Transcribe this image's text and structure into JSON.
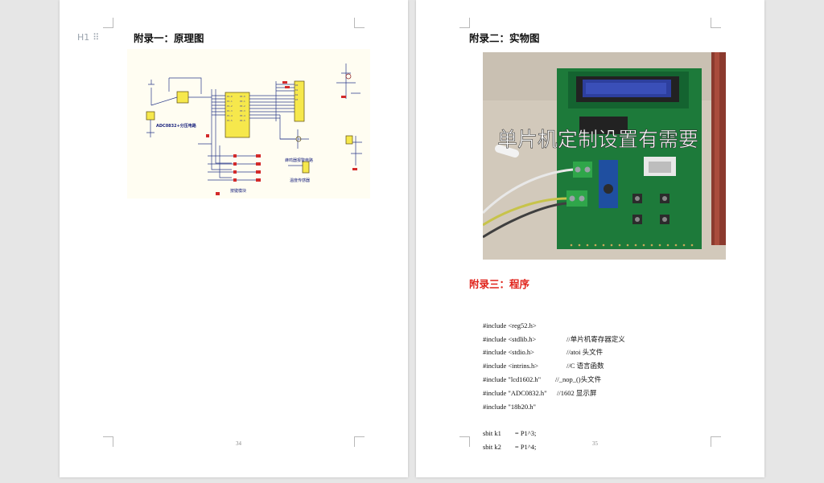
{
  "left_page": {
    "heading": "附录一：原理图",
    "heading_marker": "H1",
    "page_number": "34",
    "schematic": {
      "label_adc": "ADC0832+分压电路",
      "label_buzzer": "蜂鸣器报警电路",
      "label_temp": "温度传感器",
      "label_keys": "按键模块"
    }
  },
  "right_page": {
    "heading": "附录二：实物图",
    "photo_overlay_text": "单片机定制设置有需要",
    "section3_heading": "附录三：程序",
    "page_number": "35",
    "code_lines": [
      {
        "stmt": "#include <reg52.h>",
        "comment": "//单片机寄存器定义"
      },
      {
        "stmt": "#include <stdlib.h>",
        "comment": "//atoi 头文件"
      },
      {
        "stmt": "#include <stdio.h>",
        "comment": "//C 语言函数"
      },
      {
        "stmt": "#include <intrins.h>",
        "comment": "//_nop_()头文件"
      },
      {
        "stmt": "#include \"lcd1602.h\"",
        "comment": "//1602 显示屏"
      },
      {
        "stmt": "#include \"ADC0832.h\"",
        "comment": ""
      },
      {
        "stmt": "#include \"18b20.h\"",
        "comment": ""
      },
      {
        "stmt": "",
        "comment": ""
      },
      {
        "stmt": "sbit k1        = P1^3;",
        "comment": ""
      },
      {
        "stmt": "sbit k2        = P1^4;",
        "comment": ""
      }
    ]
  },
  "colors": {
    "section_red": "#e0231b",
    "pcb_green": "#1d7a3a",
    "lcd_blue": "#2d3f9e",
    "schematic_bg": "#fffdf2"
  }
}
